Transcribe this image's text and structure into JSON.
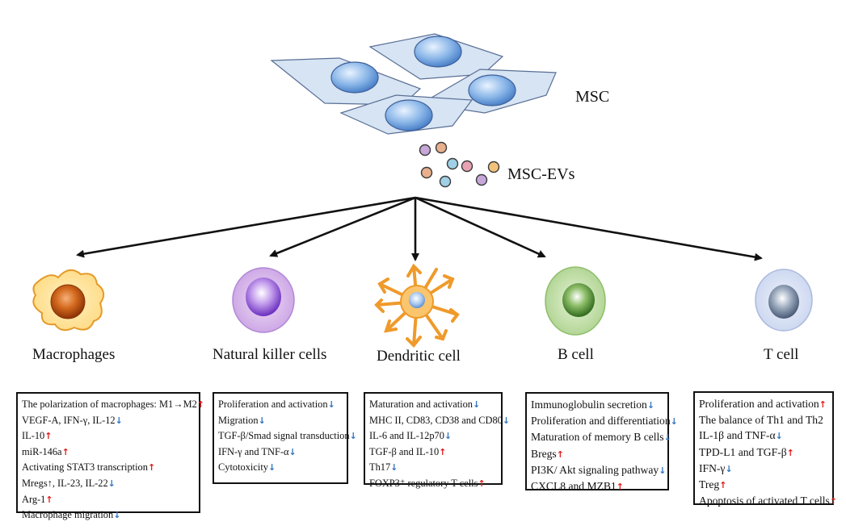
{
  "colors": {
    "up_arrow": "#e01b1b",
    "down_arrow": "#2f74c0"
  },
  "header": {
    "msc_label": "MSC",
    "evs_label": "MSC-EVs"
  },
  "cells": [
    {
      "label": "Macrophages",
      "lines": [
        {
          "text": "The polarization of macrophages:  M1→M2",
          "arrow": "↑",
          "dir": "up"
        },
        {
          "text": "VEGF-A, IFN-γ, IL-12",
          "arrow": "↓",
          "dir": "down"
        },
        {
          "text": "IL-10",
          "arrow": "↑",
          "dir": "up"
        },
        {
          "text": "miR-146a",
          "arrow": "↑",
          "dir": "up"
        },
        {
          "text": "Activating STAT3 transcription",
          "arrow": "↑",
          "dir": "up"
        },
        {
          "text": "Mregs↑, IL-23, IL-22",
          "arrow": "↓",
          "dir": "down"
        },
        {
          "text": "Arg-1",
          "arrow": "↑",
          "dir": "up"
        },
        {
          "text": "Macrophage migration",
          "arrow": "↓",
          "dir": "down"
        }
      ]
    },
    {
      "label": "Natural killer cells",
      "lines": [
        {
          "text": "Proliferation and activation",
          "arrow": "↓",
          "dir": "down"
        },
        {
          "text": "Migration",
          "arrow": "↓",
          "dir": "down"
        },
        {
          "text": "TGF-β/Smad signal transduction",
          "arrow": "↓",
          "dir": "down"
        },
        {
          "text": "IFN-γ and TNF-α",
          "arrow": "↓",
          "dir": "down"
        },
        {
          "text": "Cytotoxicity",
          "arrow": "↓",
          "dir": "down"
        }
      ]
    },
    {
      "label": "Dendritic cell",
      "lines": [
        {
          "text": "Maturation and activation",
          "arrow": "↓",
          "dir": "down"
        },
        {
          "text": "MHC II, CD83, CD38 and CD80",
          "arrow": "↓",
          "dir": "down"
        },
        {
          "text": "IL-6 and IL-12p70",
          "arrow": "↓",
          "dir": "down"
        },
        {
          "text": "TGF-β and IL-10",
          "arrow": "↑",
          "dir": "up"
        },
        {
          "text": "Th17",
          "arrow": "↓",
          "dir": "down"
        },
        {
          "text": "FOXP3⁺ regulatory T cells",
          "arrow": "↑",
          "dir": "up"
        }
      ]
    },
    {
      "label": "B cell",
      "lines": [
        {
          "text": "Immunoglobulin secretion",
          "arrow": "↓",
          "dir": "down"
        },
        {
          "text": "Proliferation and differentiation",
          "arrow": "↓",
          "dir": "down"
        },
        {
          "text": "Maturation of memory B cells",
          "arrow": "↓",
          "dir": "down"
        },
        {
          "text": "Bregs",
          "arrow": "↑",
          "dir": "up"
        },
        {
          "text": "PI3K/ Akt signaling pathway",
          "arrow": "↓",
          "dir": "down"
        },
        {
          "text": "CXCL8 and MZB1",
          "arrow": "↑",
          "dir": "up"
        }
      ]
    },
    {
      "label": "T cell",
      "lines": [
        {
          "text": "Proliferation and activation",
          "arrow": "↑",
          "dir": "up"
        },
        {
          "text": "The balance of Th1 and Th2",
          "arrow": "",
          "dir": ""
        },
        {
          "text": "IL-1β and TNF-α",
          "arrow": "↓",
          "dir": "down"
        },
        {
          "text": "TPD-L1 and TGF-β",
          "arrow": "↑",
          "dir": "up"
        },
        {
          "text": "IFN-γ",
          "arrow": "↓",
          "dir": "down"
        },
        {
          "text": "Treg",
          "arrow": "↑",
          "dir": "up"
        },
        {
          "text": "Apoptosis of activated T cells",
          "arrow": "↑",
          "dir": "up"
        }
      ]
    }
  ]
}
